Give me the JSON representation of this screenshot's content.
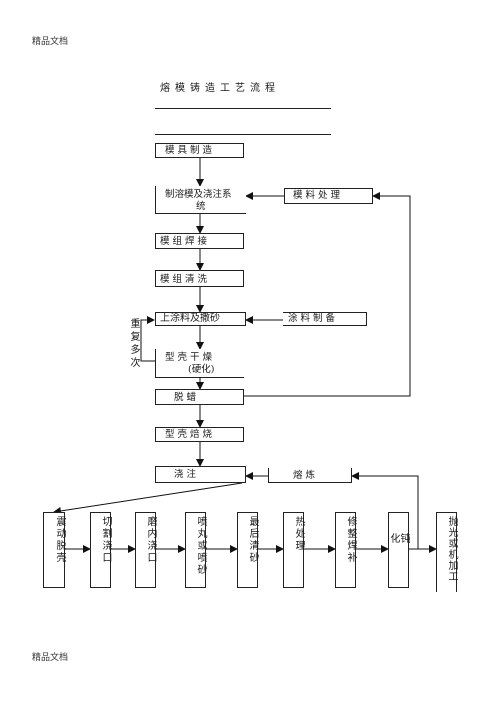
{
  "header": {
    "top_label": "精品文档",
    "bottom_label": "精品文档"
  },
  "title": "熔模铸造工艺流程",
  "flow": {
    "mold_making": "模 具 制 造",
    "wax_pattern_line1": "制溶模及浇注系",
    "wax_pattern_line2": "统",
    "material_processing": "模  料  处  理",
    "cluster_welding": "模  组  焊  接",
    "cluster_cleaning": "模  组  清  洗",
    "coating_sanding": "上涂料及撒砂",
    "slurry_prep": "涂  料  制  备",
    "repeat_note": "重复多次",
    "shell_drying_line1": "型  壳  干  燥",
    "shell_drying_line2": "(硬化)",
    "dewaxing": "脱        蜡",
    "shell_firing": "型  壳  焙  烧",
    "pouring": "浇        注",
    "melting": "熔        炼"
  },
  "post_steps": [
    "震动脱壳",
    "切割浇口",
    "磨内浇口",
    "喷丸或喷砂",
    "最后清砂",
    "热处理",
    "修整焊补",
    "钝化",
    "抛光或机加工"
  ]
}
